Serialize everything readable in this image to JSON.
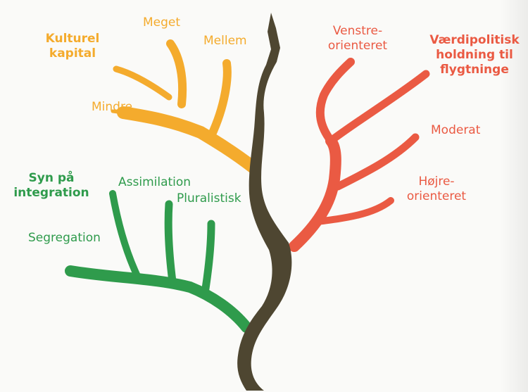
{
  "colors": {
    "trunk": "#4e4631",
    "culture": "#f4ab2d",
    "politics": "#ea5a43",
    "integration": "#2f9b4c"
  },
  "culture": {
    "title_line1": "Kulturel",
    "title_line2": "kapital",
    "high": "Meget",
    "mid": "Mellem",
    "low": "Mindre"
  },
  "politics": {
    "title_line1": "Værdipolitisk",
    "title_line2": "holdning til",
    "title_line3": "flygtninge",
    "left_line1": "Venstre-",
    "left_line2": "orienteret",
    "mid": "Moderat",
    "right_line1": "Højre-",
    "right_line2": "orienteret"
  },
  "integration": {
    "title_line1": "Syn på",
    "title_line2": "integration",
    "assimilation": "Assimilation",
    "pluralism": "Pluralistisk",
    "segregation": "Segregation"
  }
}
